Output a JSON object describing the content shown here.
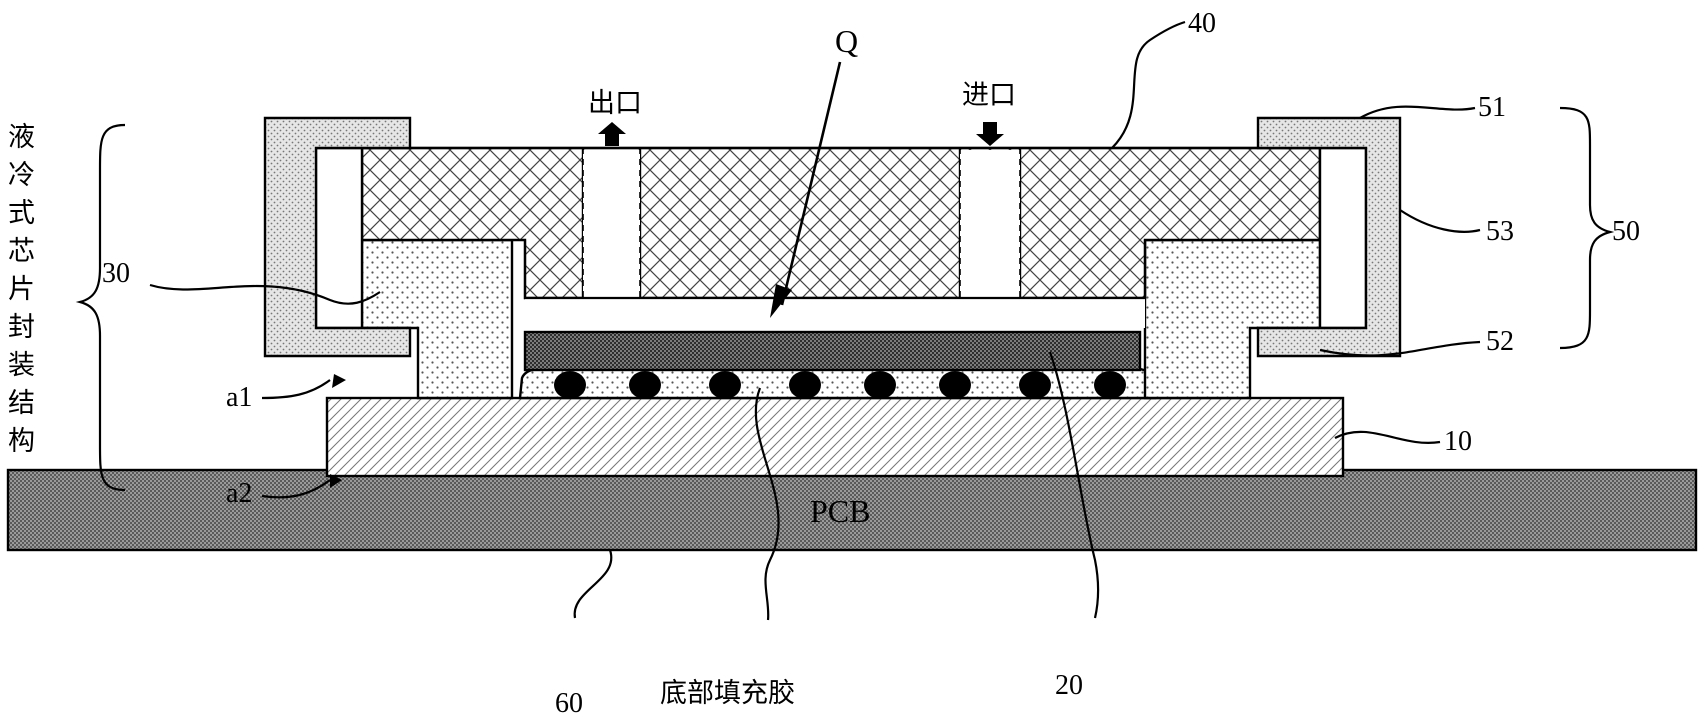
{
  "labels": {
    "Q": "Q",
    "outlet": "出口",
    "inlet": "进口",
    "ref_40": "40",
    "ref_51": "51",
    "ref_53": "53",
    "ref_50": "50",
    "ref_52": "52",
    "ref_30": "30",
    "ref_10": "10",
    "ref_a1": "a1",
    "ref_a2": "a2",
    "ref_60": "60",
    "ref_20": "20",
    "underfill": "底部填充胶",
    "pcb": "PCB",
    "structure_chars": [
      "液",
      "冷",
      "式",
      "芯",
      "片",
      "封",
      "装",
      "结",
      "构"
    ]
  }
}
